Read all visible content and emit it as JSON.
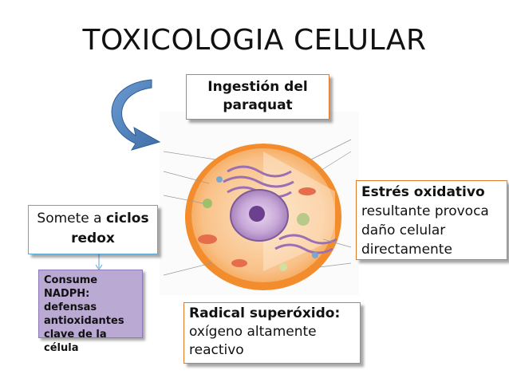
{
  "title": "TOXICOLOGIA CELULAR",
  "ingestion": {
    "line1": "Ingestión del",
    "line2": "paraquat"
  },
  "ciclos": {
    "prefix": "Somete a ",
    "bold1": "ciclos",
    "bold2": "redox"
  },
  "nadph": {
    "text": "Consume NADPH: defensas antioxidantes clave de la célula"
  },
  "estres": {
    "heading": "Estrés oxidativo",
    "body": "resultante  provoca daño celular directamente"
  },
  "radical": {
    "heading": "Radical superóxido:",
    "body": "oxígeno altamente reactivo"
  },
  "colors": {
    "arrow": "#4f81bd",
    "box_border": "#e07a2a",
    "nadph_fill": "#b9a9d3",
    "cell_fill": "#f6a24b"
  }
}
